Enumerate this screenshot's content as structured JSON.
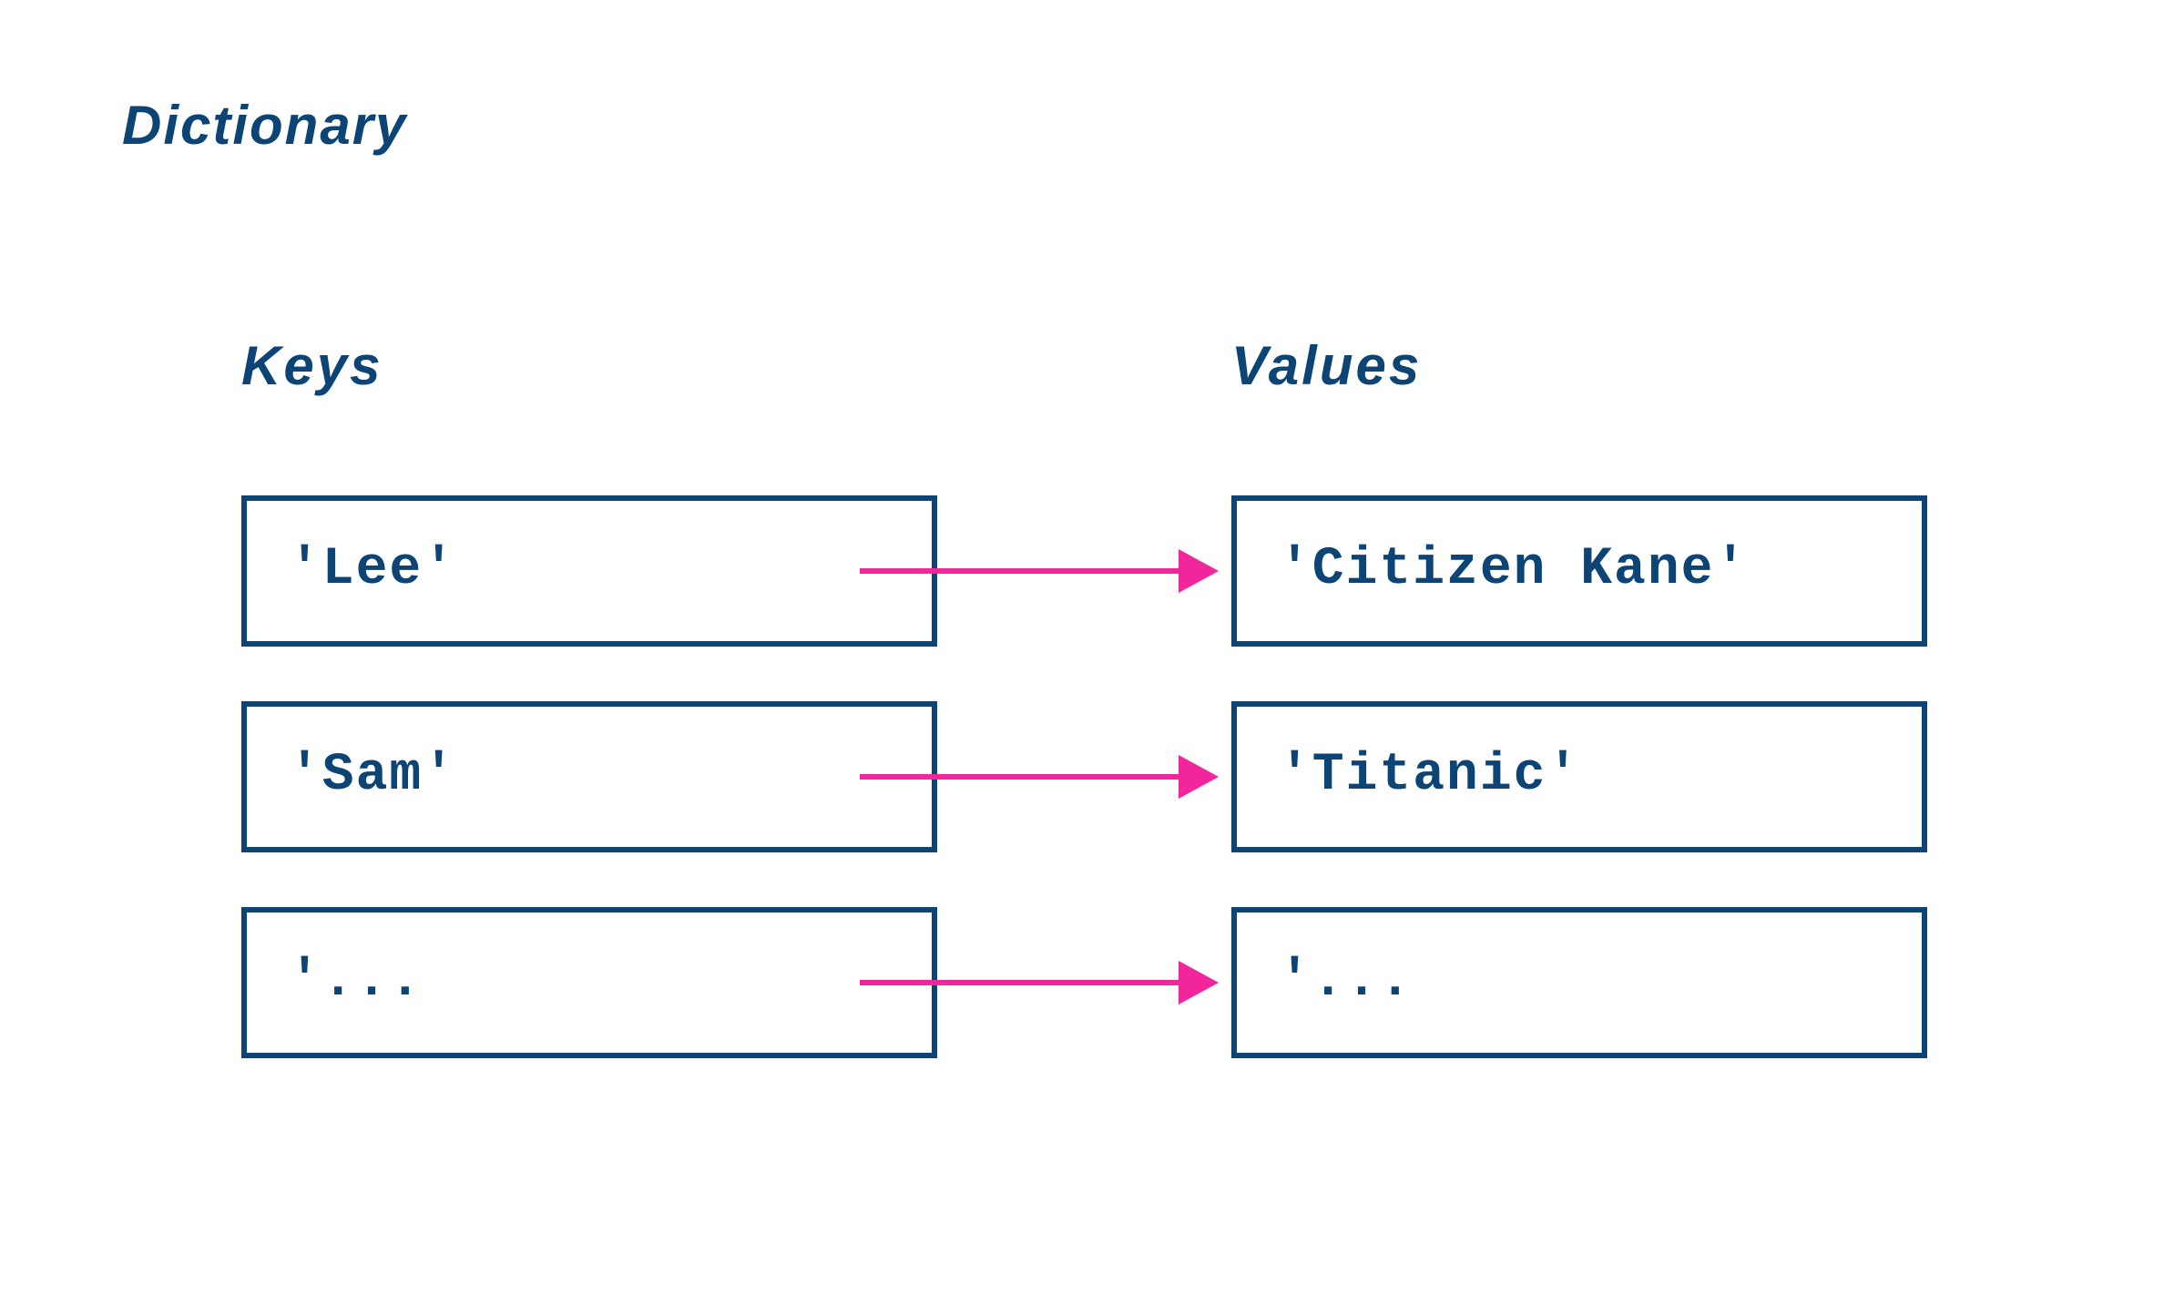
{
  "title": "Dictionary",
  "columns": {
    "keys_label": "Keys",
    "values_label": "Values"
  },
  "entries": [
    {
      "key": "'Lee'",
      "value": "'Citizen Kane'"
    },
    {
      "key": "'Sam'",
      "value": "'Titanic'"
    },
    {
      "key": "'...",
      "value": "'..."
    }
  ],
  "colors": {
    "text_and_borders": "#0b4475",
    "arrow": "#f0269a",
    "background": "#ffffff"
  }
}
